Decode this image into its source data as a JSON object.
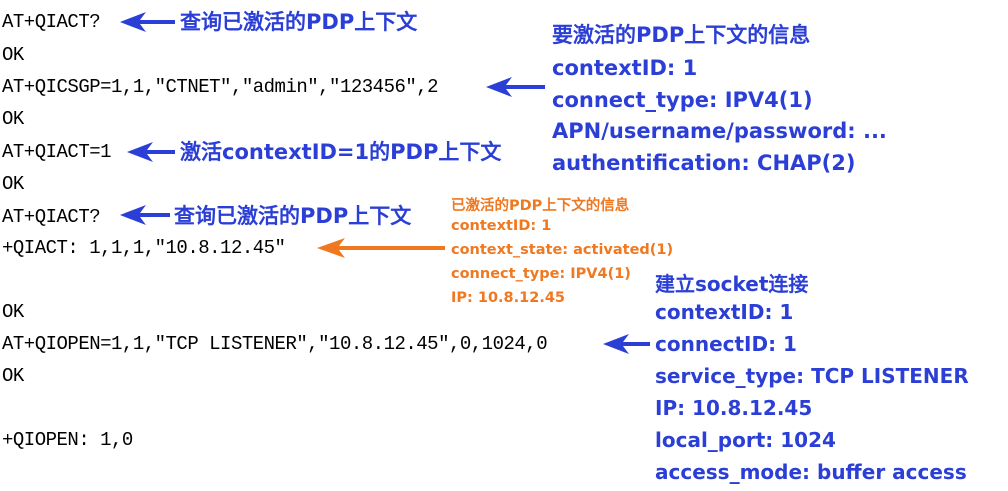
{
  "commands": [
    "AT+QIACT?",
    "OK",
    "AT+QICSGP=1,1,\"CTNET\",\"admin\",\"123456\",2",
    "OK",
    "AT+QIACT=1",
    "OK",
    "AT+QIACT?",
    "+QIACT: 1,1,1,\"10.8.12.45\"",
    "OK",
    "AT+QIOPEN=1,1,\"TCP LISTENER\",\"10.8.12.45\",0,1024,0",
    "OK",
    "+QIOPEN: 1,0"
  ],
  "annotations": {
    "query1": "查询已激活的PDP上下文",
    "activate": "激活contextID=1的PDP上下文",
    "query2": "查询已激活的PDP上下文"
  },
  "context_info": {
    "title": "要激活的PDP上下文的信息",
    "lines": [
      "contextID: 1",
      "connect_type: IPV4(1)",
      "APN/username/password: ...",
      "authentification: CHAP(2)"
    ]
  },
  "activated_info": {
    "title": "已激活的PDP上下文的信息",
    "lines": [
      "contextID: 1",
      "context_state: activated(1)",
      "connect_type: IPV4(1)",
      "IP: 10.8.12.45"
    ]
  },
  "socket_info": {
    "title": "建立socket连接",
    "lines": [
      "contextID: 1",
      "connectID: 1",
      "service_type: TCP LISTENER",
      "IP: 10.8.12.45",
      "local_port: 1024",
      "access_mode: buffer access"
    ]
  },
  "colors": {
    "blue": "#2b3fd6",
    "orange": "#f07820"
  }
}
